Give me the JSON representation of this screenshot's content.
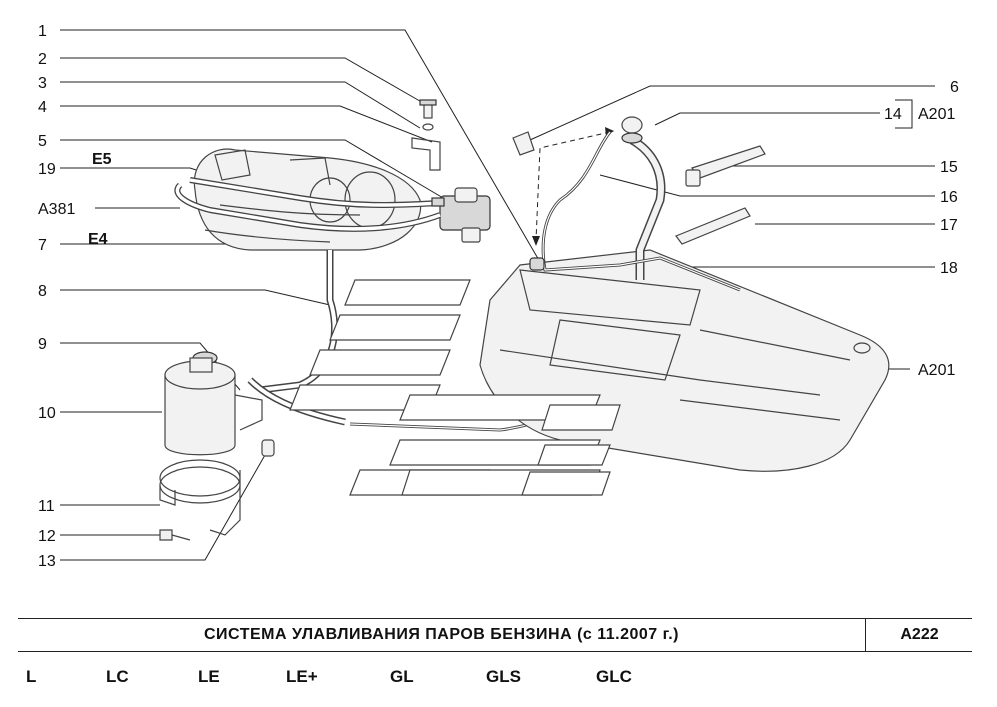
{
  "diagram": {
    "callouts": [
      "1",
      "2",
      "3",
      "4",
      "5",
      "19",
      "A381",
      "7",
      "8",
      "9",
      "10",
      "11",
      "12",
      "13",
      "6",
      "14",
      "A201",
      "15",
      "16",
      "17",
      "18",
      "A201"
    ],
    "refs": [
      "E5",
      "E4"
    ]
  },
  "title_block": {
    "title": "СИСТЕМА  УЛАВЛИВАНИЯ  ПАРОВ  БЕНЗИНА  (с 11.2007 г.)",
    "code": "A222"
  },
  "trim_levels": [
    "L",
    "LC",
    "LE",
    "LE+",
    "GL",
    "GLS",
    "GLC"
  ]
}
